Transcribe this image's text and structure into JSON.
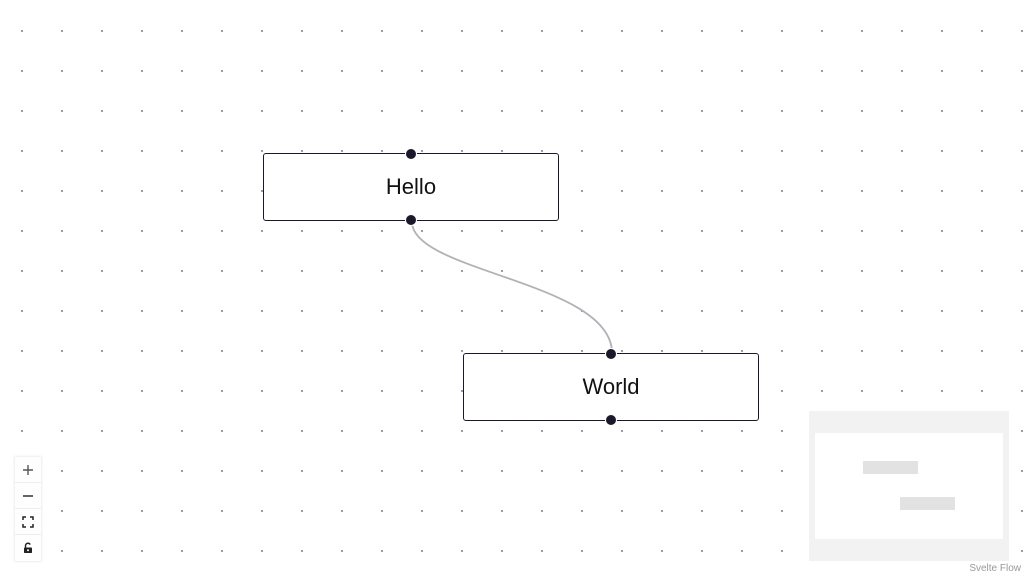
{
  "nodes": {
    "hello": {
      "label": "Hello"
    },
    "world": {
      "label": "World"
    }
  },
  "controls": {
    "zoom_in": "plus-icon",
    "zoom_out": "minus-icon",
    "fit_view": "fit-view-icon",
    "interactivity": "lock-icon"
  },
  "attribution": {
    "text": "Svelte Flow"
  },
  "colors": {
    "node_border": "#1a192b",
    "handle": "#1a192b",
    "edge": "#b1b1b7",
    "background_dots": "#91919a",
    "minimap_bg": "#f2f2f2",
    "minimap_viewport": "#ffffff",
    "minimap_node": "#e2e2e2"
  }
}
